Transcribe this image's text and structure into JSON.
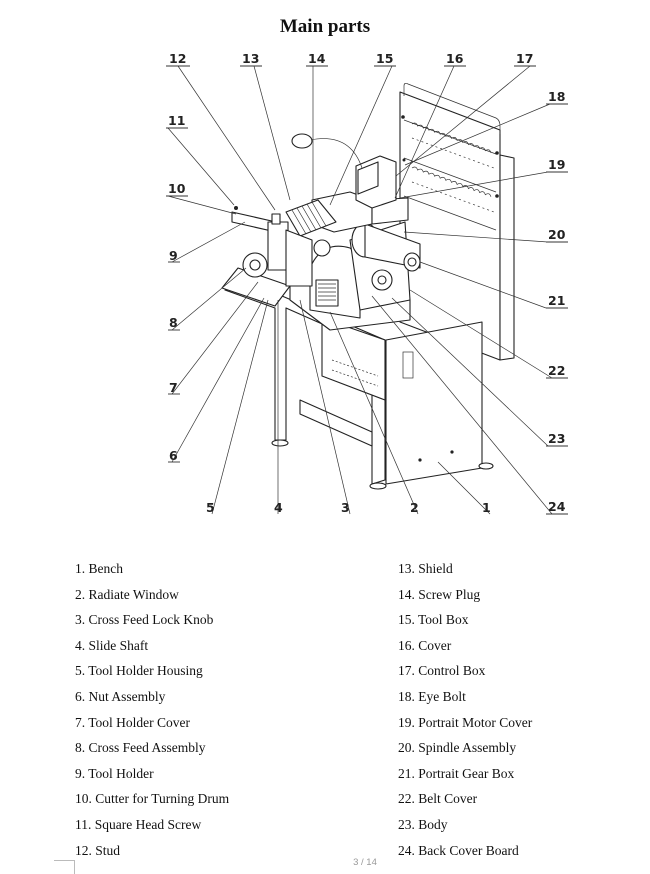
{
  "page": {
    "title": "Main parts",
    "page_number": "3 / 14"
  },
  "diagram": {
    "subject": "brake lathe machine assembly",
    "callouts": [
      "1",
      "2",
      "3",
      "4",
      "5",
      "6",
      "7",
      "8",
      "9",
      "10",
      "11",
      "12",
      "13",
      "14",
      "15",
      "16",
      "17",
      "18",
      "19",
      "20",
      "21",
      "22",
      "23",
      "24"
    ]
  },
  "parts": {
    "left": [
      "1. Bench",
      "2. Radiate Window",
      "3. Cross Feed Lock Knob",
      "4. Slide Shaft",
      "5. Tool Holder Housing",
      "6. Nut Assembly",
      "7. Tool Holder Cover",
      "8. Cross Feed Assembly",
      "9. Tool Holder",
      "10. Cutter for Turning Drum",
      "11. Square Head Screw",
      "12. Stud"
    ],
    "right": [
      "13. Shield",
      "14. Screw Plug",
      "15. Tool Box",
      "16. Cover",
      "17. Control Box",
      "18. Eye Bolt",
      "19. Portrait Motor Cover",
      "20. Spindle Assembly",
      "21. Portrait Gear Box",
      "22. Belt Cover",
      "23. Body",
      "24. Back Cover Board"
    ]
  }
}
